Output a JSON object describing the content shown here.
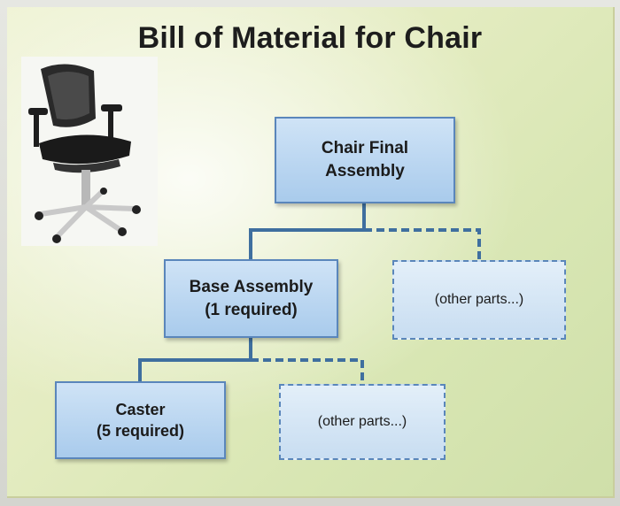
{
  "title": "Bill of Material for Chair",
  "nodes": {
    "final_assembly": "Chair Final\nAssembly",
    "base_assembly_name": "Base Assembly",
    "base_assembly_qty": "(1 required)",
    "other_parts_top": "(other parts...)",
    "caster_name": "Caster",
    "caster_qty": "(5 required)",
    "other_parts_bottom": "(other parts...)"
  },
  "colors": {
    "box_fill": "#a9cbec",
    "box_border": "#5a86bb",
    "connector": "#3f6f9f",
    "slide_background": "#e4ecc1"
  },
  "image": "office-chair-photo"
}
